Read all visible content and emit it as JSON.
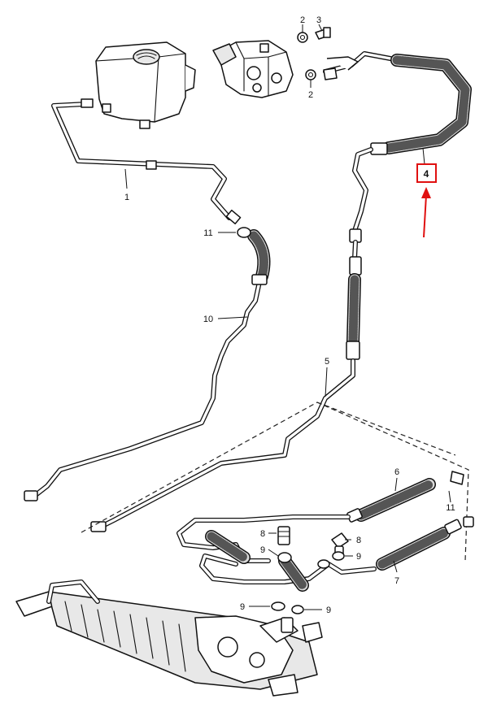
{
  "diagram": {
    "labels": [
      {
        "id": "label-2-top",
        "text": "2"
      },
      {
        "id": "label-3",
        "text": "3"
      },
      {
        "id": "label-2-mid",
        "text": "2"
      },
      {
        "id": "label-1",
        "text": "1"
      },
      {
        "id": "label-4",
        "text": "4"
      },
      {
        "id": "label-11-left",
        "text": "11"
      },
      {
        "id": "label-10",
        "text": "10"
      },
      {
        "id": "label-5",
        "text": "5"
      },
      {
        "id": "label-6",
        "text": "6"
      },
      {
        "id": "label-11-right",
        "text": "11"
      },
      {
        "id": "label-8-left",
        "text": "8"
      },
      {
        "id": "label-8-right",
        "text": "8"
      },
      {
        "id": "label-9-a",
        "text": "9"
      },
      {
        "id": "label-9-b",
        "text": "9"
      },
      {
        "id": "label-7",
        "text": "7"
      },
      {
        "id": "label-9-c",
        "text": "9"
      },
      {
        "id": "label-9-d",
        "text": "9"
      }
    ],
    "highlight": {
      "label": "4",
      "color": "#e01010"
    }
  }
}
